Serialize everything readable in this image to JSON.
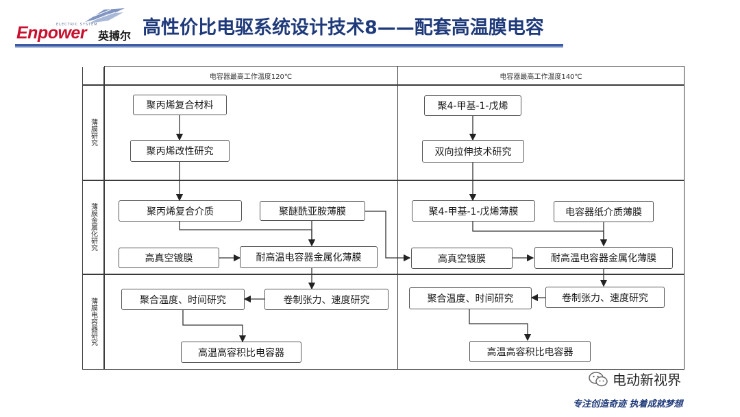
{
  "header": {
    "logo_text": "Enpower",
    "logo_sub": "ELECTRIC SYSTEM",
    "logo_cn": "英搏尔",
    "title": "高性价比电驱系统设计技术8——配套高温膜电容",
    "accent_color": "#1f3a7a",
    "brand_color": "#c8102e"
  },
  "table": {
    "col_headers": [
      "电容器最高工作温度120℃",
      "电容器最高工作温度140℃"
    ],
    "row_labels": [
      "薄膜研究",
      "薄膜金属化研究",
      "薄膜电容器研究"
    ]
  },
  "nodes": {
    "l_pp_composite": "聚丙烯复合材料",
    "l_pp_modify": "聚丙烯改性研究",
    "l_pp_medium": "聚丙烯复合介质",
    "l_pei_film": "聚醚酰亚胺薄膜",
    "l_vacuum": "高真空镀膜",
    "l_metal_film": "耐高温电容器金属化薄膜",
    "l_polymer": "聚合温度、时间研究",
    "l_winding": "卷制张力、速度研究",
    "l_capacitor": "高温高容积比电容器",
    "r_pmp": "聚4-甲基-1-戊烯",
    "r_biaxial": "双向拉伸技术研究",
    "r_pmp_film": "聚4-甲基-1-戊烯薄膜",
    "r_paper_film": "电容器纸介质薄膜",
    "r_vacuum": "高真空镀膜",
    "r_metal_film": "耐高温电容器金属化薄膜",
    "r_polymer": "聚合温度、时间研究",
    "r_winding": "卷制张力、速度研究",
    "r_capacitor": "高温高容积比电容器"
  },
  "footer": {
    "wechat_label": "电动新视界",
    "slogan": "专注创造奇迹 执着成就梦想"
  }
}
